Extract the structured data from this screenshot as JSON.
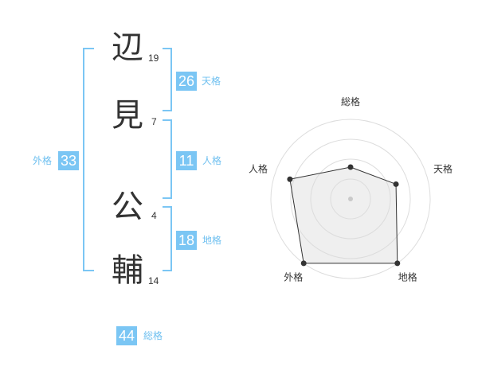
{
  "name_chars": [
    {
      "char": "辺",
      "strokes": "19"
    },
    {
      "char": "見",
      "strokes": "7"
    },
    {
      "char": "公",
      "strokes": "4"
    },
    {
      "char": "輔",
      "strokes": "14"
    }
  ],
  "kakusu": {
    "tenkaku": {
      "value": "26",
      "label": "天格"
    },
    "jinkaku": {
      "value": "11",
      "label": "人格"
    },
    "chikaku": {
      "value": "18",
      "label": "地格"
    },
    "gaikaku": {
      "value": "33",
      "label": "外格"
    },
    "soukaku": {
      "value": "44",
      "label": "総格"
    }
  },
  "colors": {
    "accent": "#7bc6f4",
    "text": "#333333",
    "grid": "#dddddd",
    "fill": "#eeeeee"
  },
  "chart_data": {
    "type": "radar",
    "axes": [
      "総格",
      "天格",
      "地格",
      "外格",
      "人格"
    ],
    "max": 5,
    "rings": 4,
    "values": [
      2,
      3,
      5,
      5,
      4
    ],
    "grid": true
  }
}
